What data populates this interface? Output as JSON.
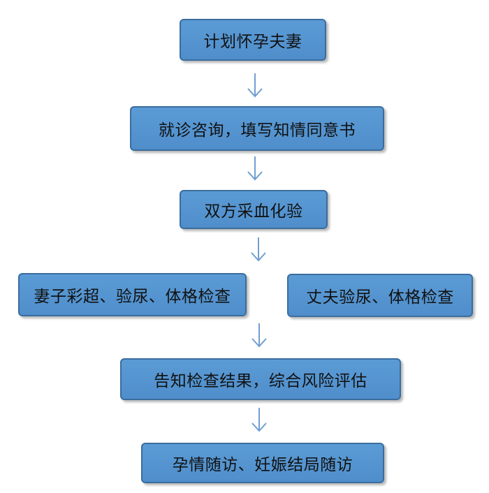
{
  "flowchart": {
    "colors": {
      "box_fill": "#5b9bd5",
      "box_border": "#3a6d9e",
      "arrow": "#6f9fd2",
      "text": "#111111"
    },
    "steps": {
      "planning_couple": "计划怀孕夫妻",
      "consultation": "就诊咨询，填写知情同意书",
      "blood_test": "双方采血化验",
      "wife_exam": "妻子彩超、验尿、体格检查",
      "husband_exam": "丈夫验尿、体格检查",
      "results_risk": "告知检查结果，综合风险评估",
      "followup": "孕情随访、妊娠结局随访"
    }
  }
}
